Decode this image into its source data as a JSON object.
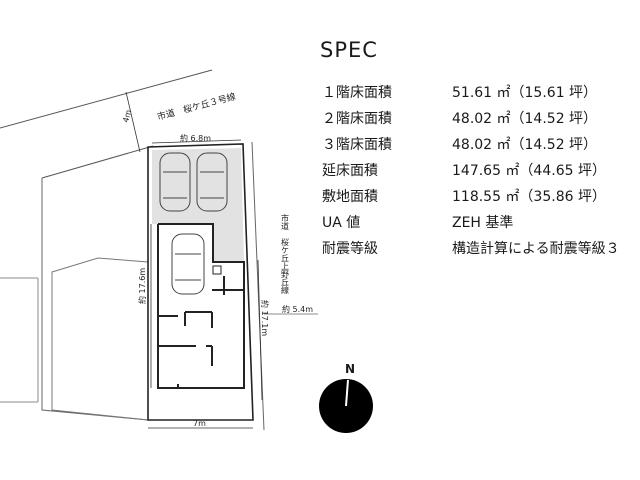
{
  "spec": {
    "title": "SPEC",
    "rows": [
      {
        "label": "１階床面積",
        "value": "51.61 ㎡（15.61 坪）"
      },
      {
        "label": "２階床面積",
        "value": "48.02 ㎡（14.52 坪）"
      },
      {
        "label": "３階床面積",
        "value": "48.02 ㎡（14.52 坪）"
      },
      {
        "label": "延床面積",
        "value": "147.65 ㎡（44.65 坪）"
      },
      {
        "label": "敷地面積",
        "value": "118.55 ㎡（35.86 坪）"
      },
      {
        "label": "UA 値",
        "value": "ZEH 基準"
      },
      {
        "label": "耐震等級",
        "value": "構造計算による耐震等級３"
      }
    ]
  },
  "plan": {
    "road_top_name": "市道　桜ケ丘３号線",
    "road_top_width": "4m",
    "road_right_name": "市道　桜ケ丘上野丘線",
    "frontage_width": "約 6.8m",
    "left_depth": "約 17.6m",
    "right_depth": "約 17.1m",
    "right_offset": "約 5.4m",
    "bottom_width": "7m"
  },
  "compass": {
    "label": "N"
  }
}
